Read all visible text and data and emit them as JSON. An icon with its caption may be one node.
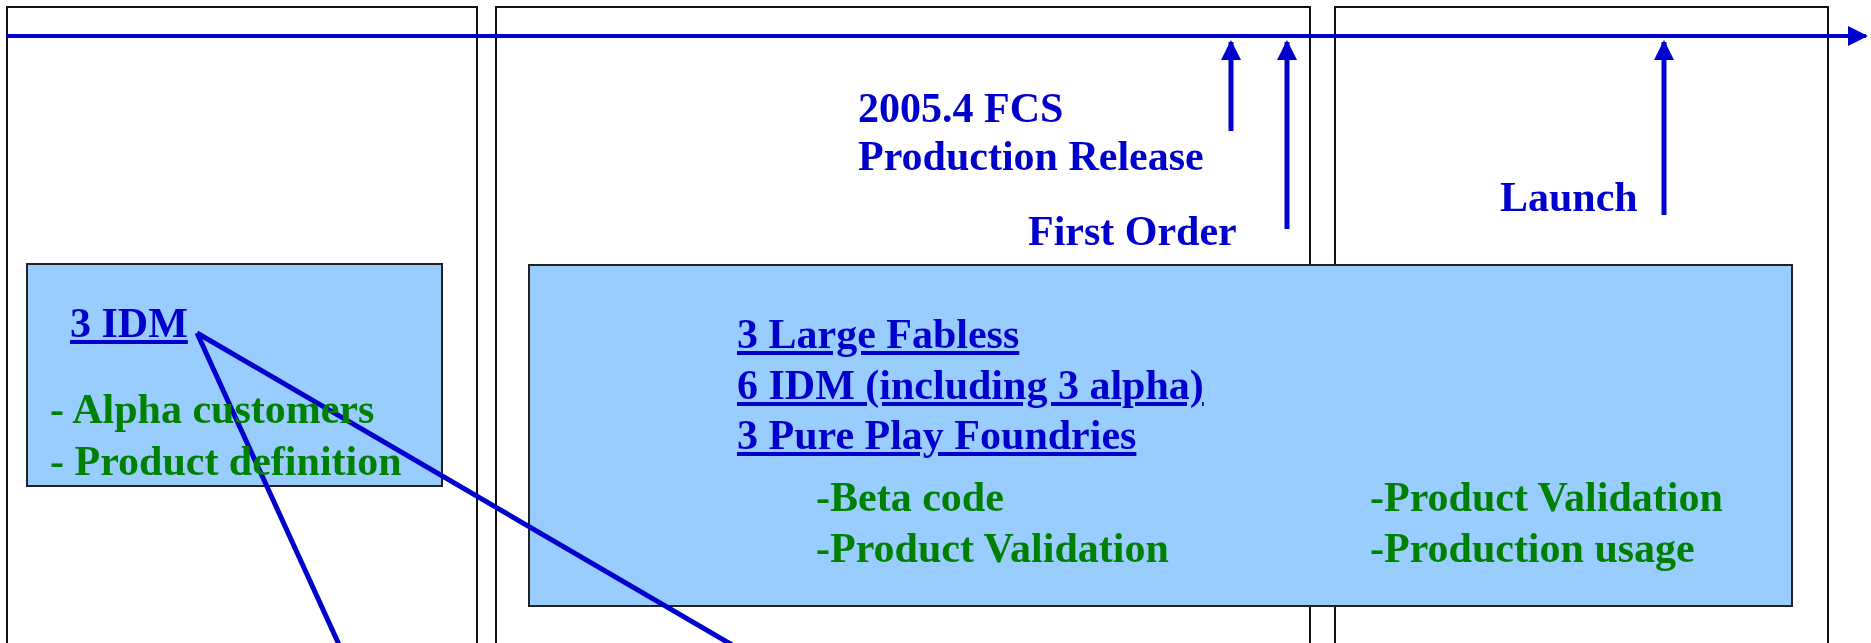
{
  "diagram": {
    "nodes": [
      {
        "text": [],
        "shape": "arrow"
      },
      {
        "text": [
          "3 IDM",
          "- Alpha customers",
          "- Product definition"
        ]
      },
      {
        "text": [
          "3 Large Fabless",
          "6 IDM (including 3 alpha)",
          "3 Pure Play Foundries",
          "-Beta code",
          "-Product Validation",
          "-Product Validation",
          "-Production usage"
        ]
      },
      {
        "text": [
          "2005.4 FCS Production Release"
        ]
      },
      {
        "text": [
          "First Order"
        ]
      },
      {
        "text": [
          "Launch"
        ]
      }
    ],
    "edges": [
      {
        "from": 3,
        "to": 0,
        "arrow": "to"
      },
      {
        "from": 4,
        "to": 0,
        "arrow": "to"
      },
      {
        "from": 5,
        "to": 0,
        "arrow": "to"
      },
      {
        "from": 1,
        "to": null,
        "arrow": "none"
      },
      {
        "from": 1,
        "to": null,
        "arrow": "none"
      }
    ]
  }
}
